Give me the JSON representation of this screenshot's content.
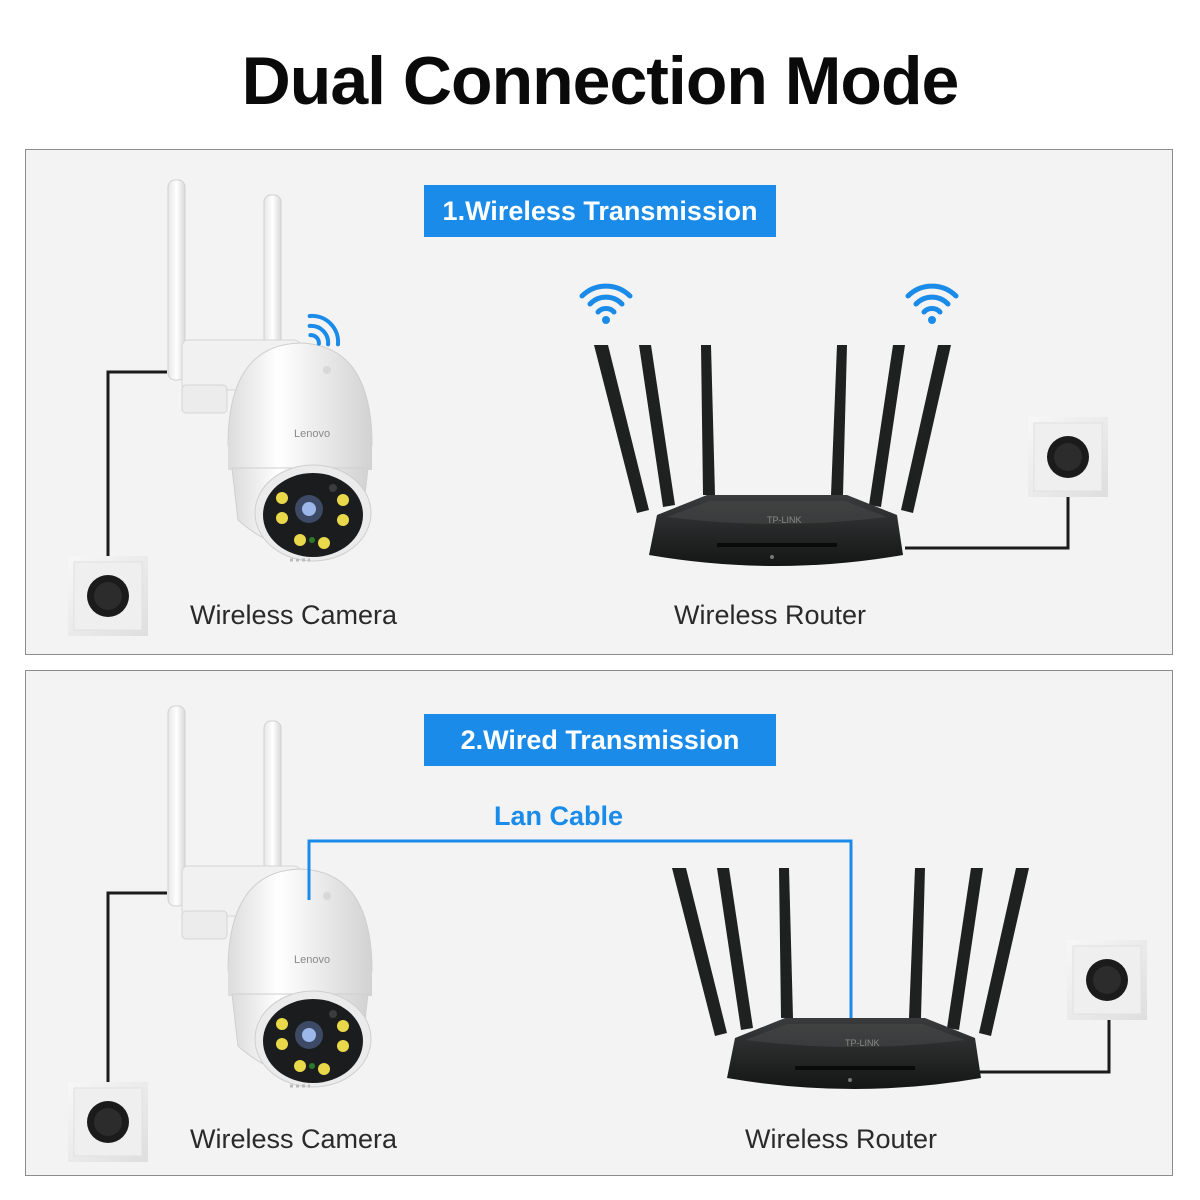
{
  "title": "Dual Connection Mode",
  "colors": {
    "accent": "#1a8be8",
    "panel_bg": "#f3f3f3",
    "panel_border": "#8c8c8c",
    "router": "#1f2020"
  },
  "wireless_section": {
    "badge": "1.Wireless Transmission",
    "camera_label": "Wireless Camera",
    "router_label": "Wireless Router",
    "camera_brand": "Lenovo"
  },
  "wired_section": {
    "badge": "2.Wired Transmission",
    "cable_label": "Lan Cable",
    "camera_label": "Wireless Camera",
    "router_label": "Wireless Router",
    "camera_brand": "Lenovo"
  },
  "icons": [
    "wifi-signal-icon",
    "power-socket-icon",
    "ptz-camera",
    "wireless-router"
  ]
}
